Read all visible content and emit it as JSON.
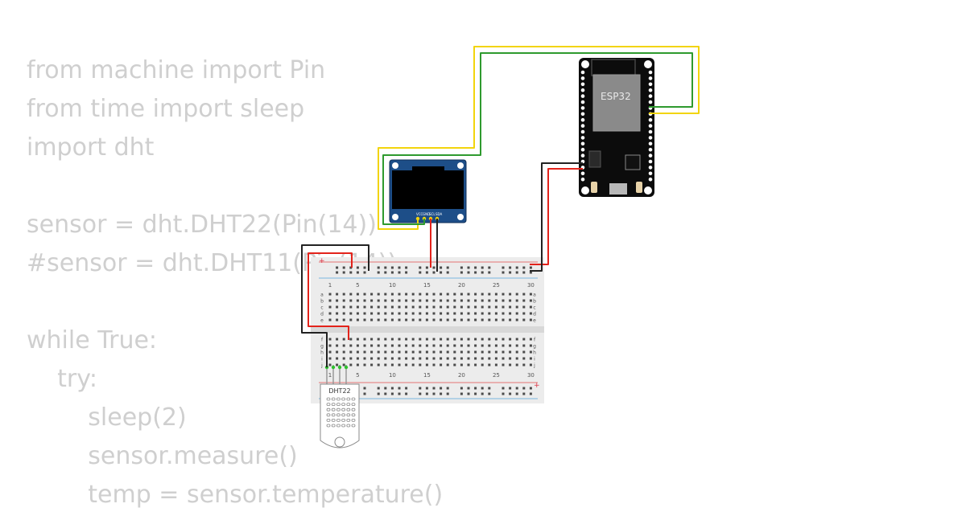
{
  "code": {
    "lines": [
      "from machine import Pin",
      "from time import sleep",
      "import dht",
      "",
      "sensor = dht.DHT22(Pin(14))",
      "#sensor = dht.DHT11(Pin(14))",
      "",
      "while True:",
      "    try:",
      "        sleep(2)",
      "        sensor.measure()",
      "        temp = sensor.temperature()"
    ]
  },
  "esp32": {
    "label": "ESP32"
  },
  "oled": {
    "pins": [
      "VCC",
      "GND",
      "SCL",
      "SDA"
    ]
  },
  "breadboard": {
    "column_numbers": [
      "1",
      "5",
      "10",
      "15",
      "20",
      "25",
      "30"
    ],
    "rows_top": [
      "a",
      "b",
      "c",
      "d",
      "e"
    ],
    "rows_bottom": [
      "f",
      "g",
      "h",
      "i",
      "j"
    ]
  },
  "sensor": {
    "label": "DHT22"
  },
  "wire_colors": {
    "yellow": "#f2d40c",
    "green": "#2e9a2e",
    "red": "#e3231b",
    "black": "#222222"
  }
}
